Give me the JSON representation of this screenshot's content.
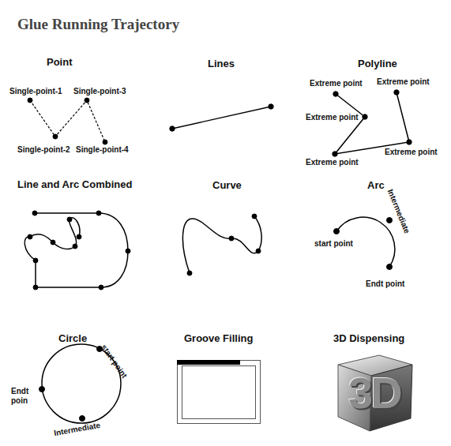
{
  "diagram": {
    "title": "Glue Running Trajectory",
    "labels": [
      "Point",
      "Single-point-1",
      "Single-point-3",
      "Single-point-2",
      "Single-point-4",
      "Lines",
      "Polyline",
      "Extreme point",
      "Extreme point",
      "Extreme point",
      "Extreme point",
      "Extreme point",
      "Line and Arc Combined",
      "Curve",
      "Arc",
      "Intermediate",
      "start point",
      "Endt point",
      "Circle",
      "start point",
      "Endt poin",
      "Intermediate",
      "Groove Filling",
      "3D Dispensing",
      "3D"
    ]
  }
}
